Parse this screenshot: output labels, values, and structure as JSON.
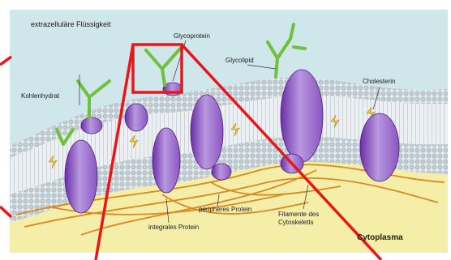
{
  "labels": {
    "extracellular": "extrazelluläre Flüssigkeit",
    "glycoprotein": "Glycoprotein",
    "glycolipid": "Glycolipid",
    "carbohydrate": "Kohlenhydrat",
    "cholesterol": "Cholesterin",
    "peripheral_protein": "peripheres Protein",
    "integral_protein": "integrales Protein",
    "cytoskeleton_filaments": "Filamente des Cytoskeletts",
    "cytoplasm": "Cytoplasma"
  },
  "colors": {
    "extracellular_fluid": "#cfe6ea",
    "cytoplasm": "#f5eea8",
    "protein": "#a57fd0",
    "carbohydrate": "#6fc13b",
    "filament": "#d98a1f",
    "cholesterol": "#f0c431",
    "highlight": "#e8161a"
  }
}
